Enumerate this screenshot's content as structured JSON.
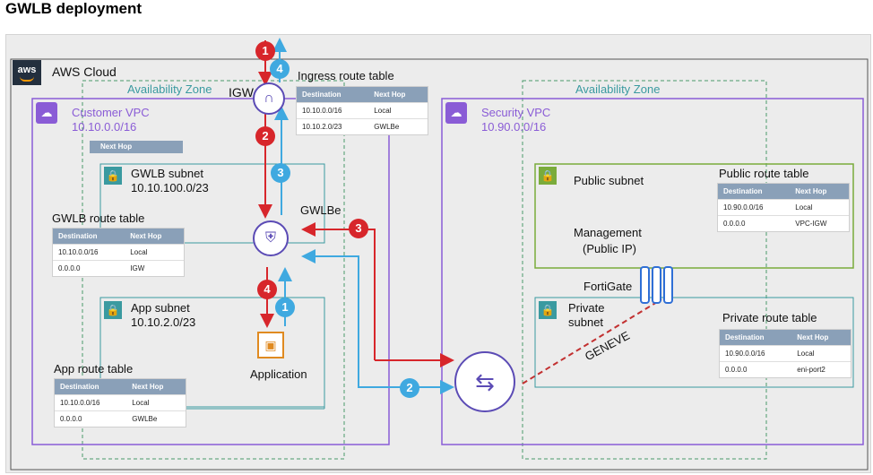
{
  "title": "GWLB deployment",
  "aws_cloud": "AWS Cloud",
  "aws_logo": "aws",
  "availability_zone_left": "Availability Zone",
  "availability_zone_right": "Availability Zone",
  "customer_vpc": {
    "name": "Customer VPC",
    "cidr": "10.10.0.0/16"
  },
  "security_vpc": {
    "name": "Security VPC",
    "cidr": "10.90.0.0/16"
  },
  "igw": "IGW",
  "gwlbe": "GWLBe",
  "gwlb_subnet": {
    "name": "GWLB subnet",
    "cidr": "10.10.100.0/23"
  },
  "app_subnet": {
    "name": "App subnet",
    "cidr": "10.10.2.0/23"
  },
  "application": "Application",
  "public_subnet": "Public subnet",
  "management": "Management",
  "management_ip": "(Public IP)",
  "fortigate": "FortiGate",
  "private_subnet": "Private",
  "private_subnet_2": "subnet",
  "geneve": "GENEVE",
  "next_hop_box": "Next Hop",
  "ingress_rt": {
    "title": "Ingress route table",
    "headers": [
      "Destination",
      "Next Hop"
    ],
    "rows": [
      [
        "10.10.0.0/16",
        "Local"
      ],
      [
        "10.10.2.0/23",
        "GWLBe"
      ]
    ]
  },
  "gwlb_rt": {
    "title": "GWLB route table",
    "headers": [
      "Destination",
      "Next Hop"
    ],
    "rows": [
      [
        "10.10.0.0/16",
        "Local"
      ],
      [
        "0.0.0.0",
        "IGW"
      ]
    ]
  },
  "app_rt": {
    "title": "App route table",
    "headers": [
      "Destination",
      "Next Hop"
    ],
    "rows": [
      [
        "10.10.0.0/16",
        "Local"
      ],
      [
        "0.0.0.0",
        "GWLBe"
      ]
    ]
  },
  "public_rt": {
    "title": "Public route table",
    "headers": [
      "Destination",
      "Next Hop"
    ],
    "rows": [
      [
        "10.90.0.0/16",
        "Local"
      ],
      [
        "0.0.0.0",
        "VPC-IGW"
      ]
    ]
  },
  "private_rt": {
    "title": "Private route table",
    "headers": [
      "Destination",
      "Next Hop"
    ],
    "rows": [
      [
        "10.90.0.0/16",
        "Local"
      ],
      [
        "0.0.0.0",
        "eni-port2"
      ]
    ]
  },
  "steps": {
    "red_1": "1",
    "red_2": "2",
    "red_3": "3",
    "red_4": "4",
    "blue_1": "1",
    "blue_2": "2",
    "blue_3": "3",
    "blue_4": "4"
  },
  "colors": {
    "red_flow": "#d7262b",
    "blue_flow": "#3fa9e0",
    "vpc_border": "#8a5cd6",
    "subnet_border": "#3a9aa0",
    "public_subnet_border": "#7aab3b"
  }
}
